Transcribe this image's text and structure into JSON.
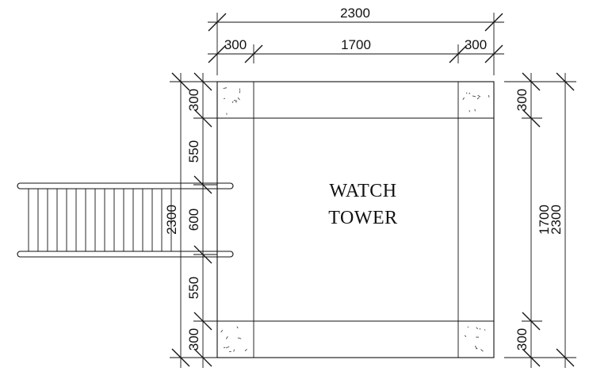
{
  "drawing": {
    "label_line1": "WATCH",
    "label_line2": "TOWER",
    "top_dims": {
      "overall": "2300",
      "left_post": "300",
      "middle": "1700",
      "right_post": "300"
    },
    "left_dims": {
      "top_post": "300",
      "upper_gap": "550",
      "ladder_width": "600",
      "lower_gap": "550",
      "bottom_post": "300",
      "overall": "2300"
    },
    "right_dims": {
      "top_post": "300",
      "middle": "1700",
      "bottom_post": "300",
      "overall": "2300"
    },
    "ladder": {
      "rung_count": 16
    }
  }
}
